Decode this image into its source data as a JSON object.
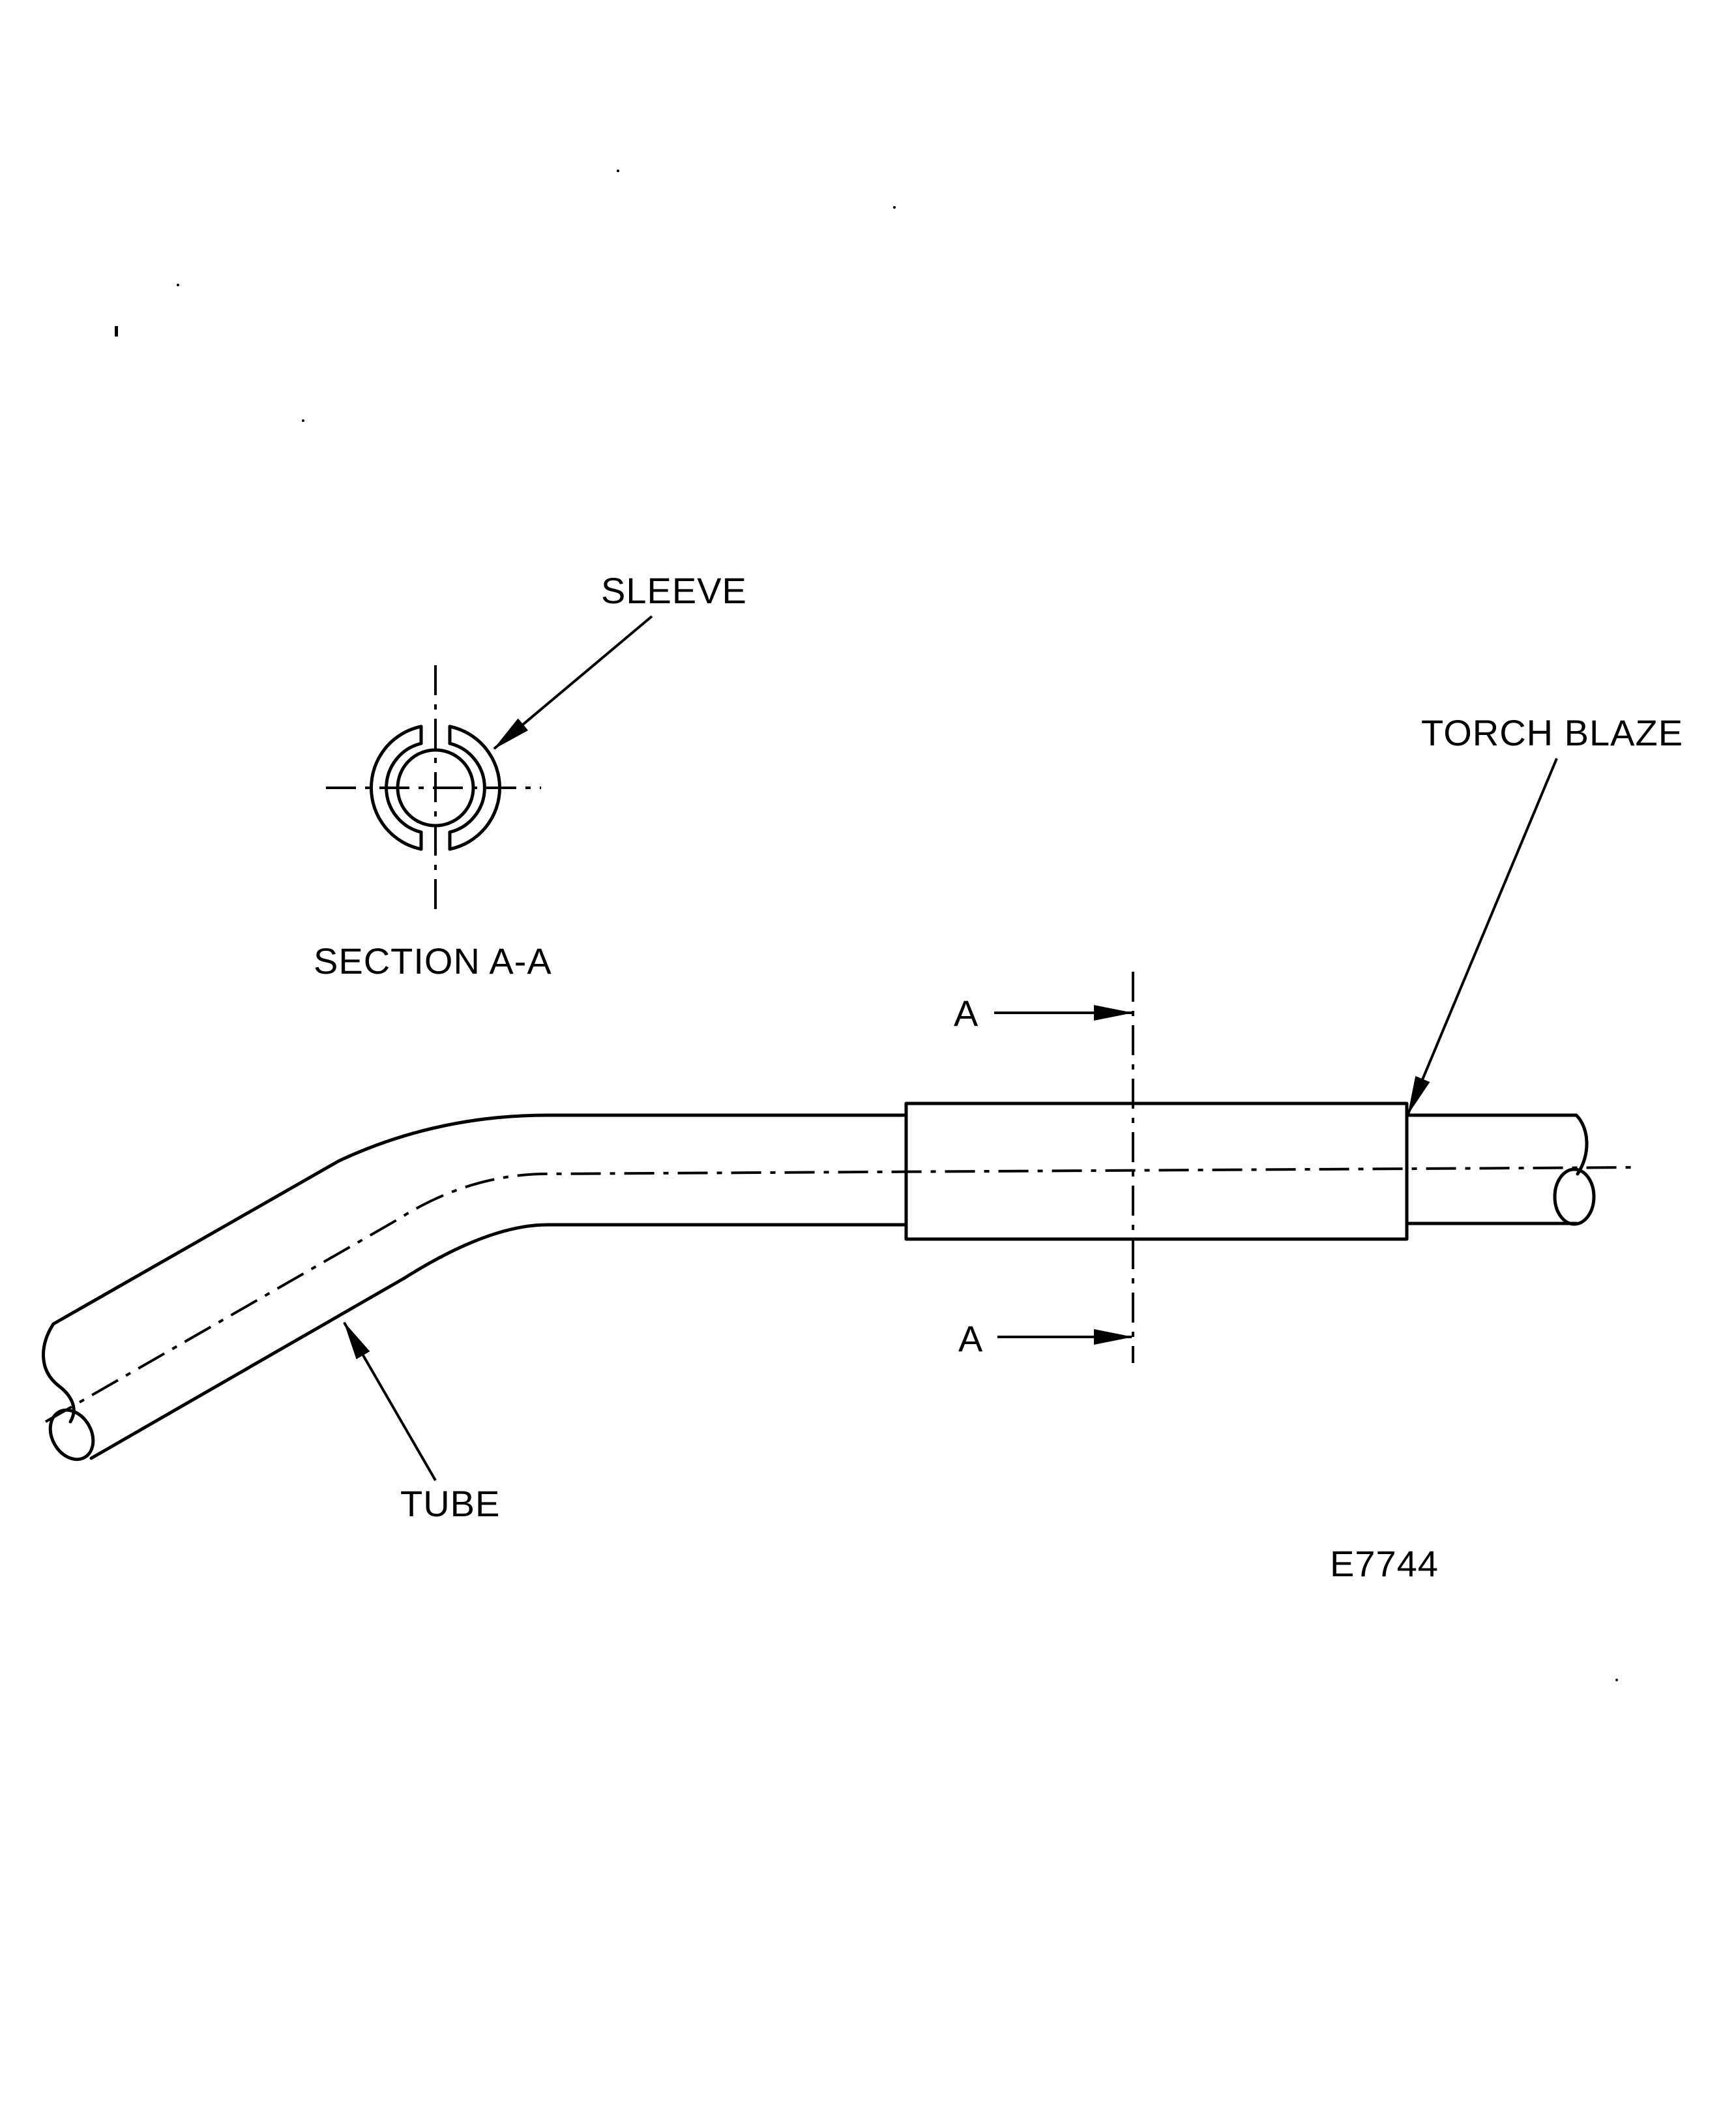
{
  "labels": {
    "sleeve": "SLEEVE",
    "section": "SECTION A-A",
    "torch_blaze": "TORCH BLAZE",
    "section_mark_top": "A",
    "section_mark_bottom": "A",
    "tube": "TUBE",
    "figure_id": "E7744"
  }
}
